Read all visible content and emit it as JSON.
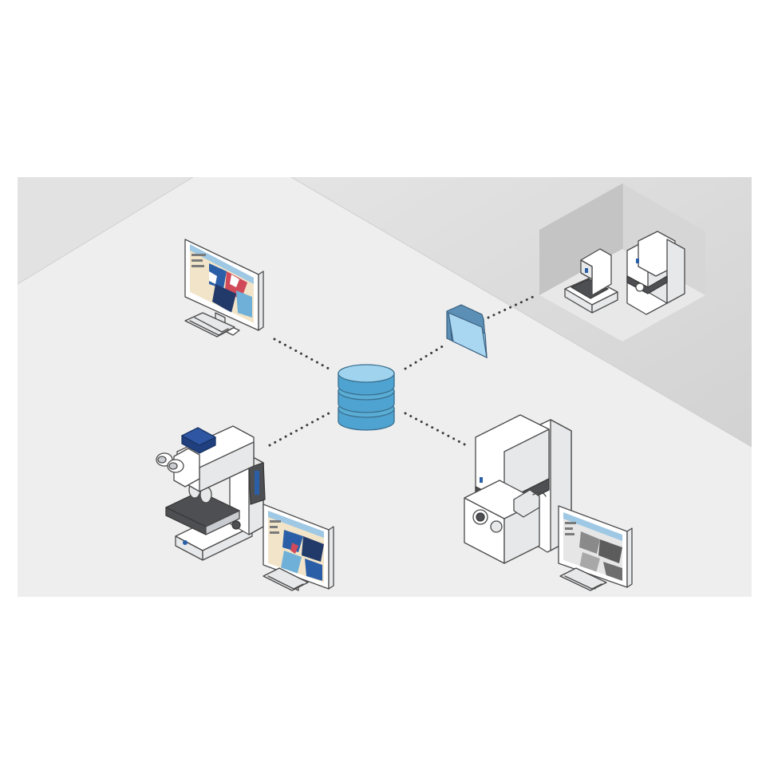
{
  "colors": {
    "page_background": "#ffffff",
    "floor": "#eeeeee",
    "wall": "#dcdcdc",
    "database_blue": "#5aaed6",
    "folder_blue": "#8fc8e8",
    "accent_blue": "#2a5fa8",
    "screen_dark": "#223a6a",
    "screen_beige": "#f2e4c8",
    "outline": "#4a4a4a"
  },
  "nodes": [
    {
      "id": "database",
      "icon": "database-icon"
    },
    {
      "id": "workstation",
      "icon": "computer-monitor-icon"
    },
    {
      "id": "light-microscope",
      "icon": "light-microscope-icon"
    },
    {
      "id": "electron-microscope",
      "icon": "electron-microscope-icon"
    },
    {
      "id": "shared-folder",
      "icon": "folder-icon"
    },
    {
      "id": "remote-lab",
      "icon": "remote-lab-room-icon"
    }
  ],
  "connections": [
    {
      "from": "database",
      "to": "workstation"
    },
    {
      "from": "database",
      "to": "light-microscope"
    },
    {
      "from": "database",
      "to": "electron-microscope"
    },
    {
      "from": "database",
      "to": "shared-folder"
    },
    {
      "from": "shared-folder",
      "to": "remote-lab"
    }
  ]
}
